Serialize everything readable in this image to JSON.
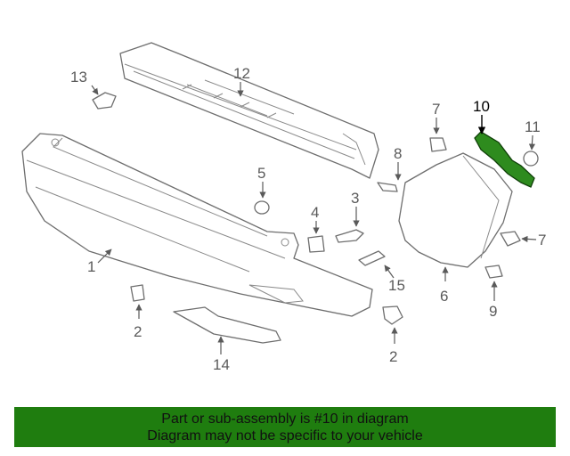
{
  "diagram": {
    "callouts": {
      "c13": "13",
      "c12": "12",
      "c10": "10",
      "c11": "11",
      "c7a": "7",
      "c8": "8",
      "c5": "5",
      "c3": "3",
      "c4": "4",
      "c7b": "7",
      "c1": "1",
      "c15": "15",
      "c6": "6",
      "c9": "9",
      "c2a": "2",
      "c2b": "2",
      "c14": "14"
    },
    "highlight_color": "#2e8b1e"
  },
  "banner": {
    "line1": "Part or sub-assembly is #10 in diagram",
    "line2": "Diagram may not be specific to your vehicle",
    "background": "#1f7d0f"
  }
}
